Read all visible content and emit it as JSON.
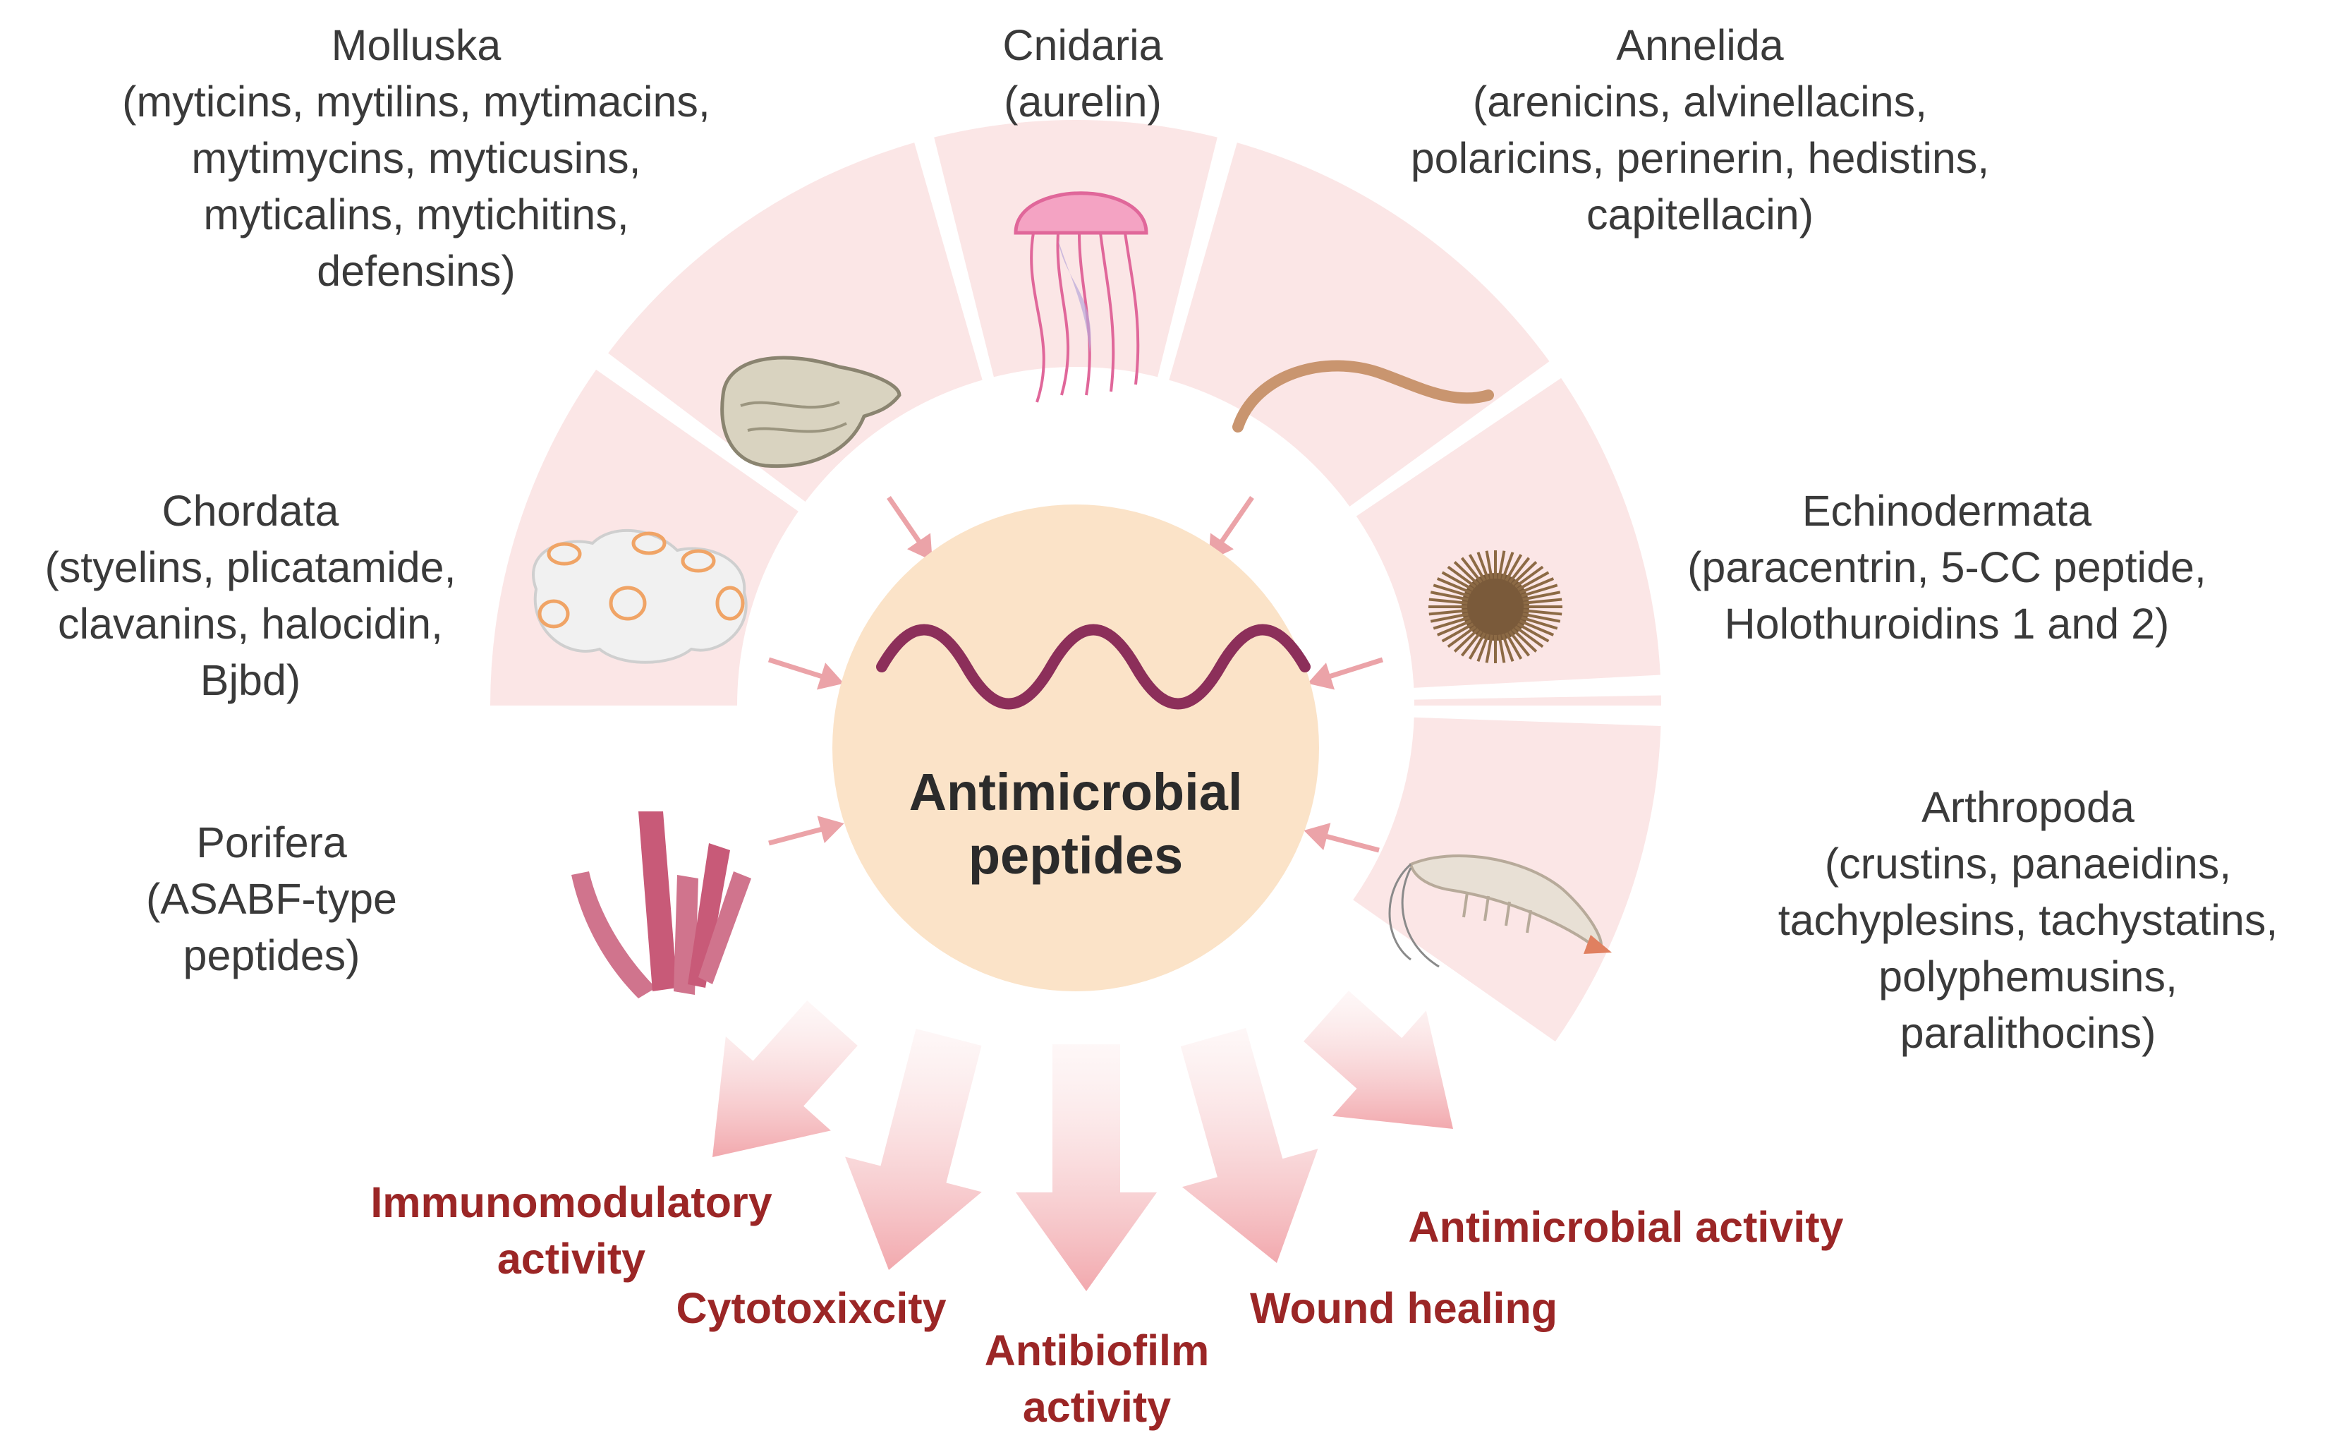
{
  "center": {
    "line1": "Antimicrobial",
    "line2": "peptides"
  },
  "phyla": [
    {
      "name": "Molluska",
      "peptides": [
        "(myticins, mytilins, mytimacins,",
        "mytimycins, myticusins,",
        "myticalins, mytichitins,",
        "defensins)"
      ]
    },
    {
      "name": "Cnidaria",
      "peptides": [
        "(aurelin)"
      ]
    },
    {
      "name": "Annelida",
      "peptides": [
        "(arenicins, alvinellacins,",
        "polaricins, perinerin, hedistins,",
        "capitellacin)"
      ]
    },
    {
      "name": "Chordata",
      "peptides": [
        "(styelins, plicatamide,",
        "clavanins, halocidin,",
        "Bjbd)"
      ]
    },
    {
      "name": "Echinodermata",
      "peptides": [
        "(paracentrin, 5-CC peptide,",
        "Holothuroidins 1 and 2)"
      ]
    },
    {
      "name": "Porifera",
      "peptides": [
        "(ASABF-type",
        "peptides)"
      ]
    },
    {
      "name": "Arthropoda",
      "peptides": [
        "(crustins, panaeidins,",
        "tachyplesins, tachystatins,",
        "polyphemusins,",
        "paralithocins)"
      ]
    }
  ],
  "activities": [
    {
      "lines": [
        "Immunomodulatory",
        "activity"
      ]
    },
    {
      "lines": [
        "Cytotoxixcity"
      ]
    },
    {
      "lines": [
        "Antibiofilm",
        "activity"
      ]
    },
    {
      "lines": [
        "Wound healing"
      ]
    },
    {
      "lines": [
        "Antimicrobial activity"
      ]
    }
  ],
  "colors": {
    "segment": "#fbe6e6",
    "center_fill": "#fbe3c8",
    "peptide_wave": "#8c2f5a",
    "arrow": "#eba3a8",
    "activity_text": "#9b2626",
    "label_text": "#3a3a3a"
  },
  "icons": [
    "oyster-icon",
    "jellyfish-icon",
    "worm-icon",
    "tunicate-icon",
    "sea-urchin-icon",
    "sponge-icon",
    "shrimp-icon"
  ]
}
